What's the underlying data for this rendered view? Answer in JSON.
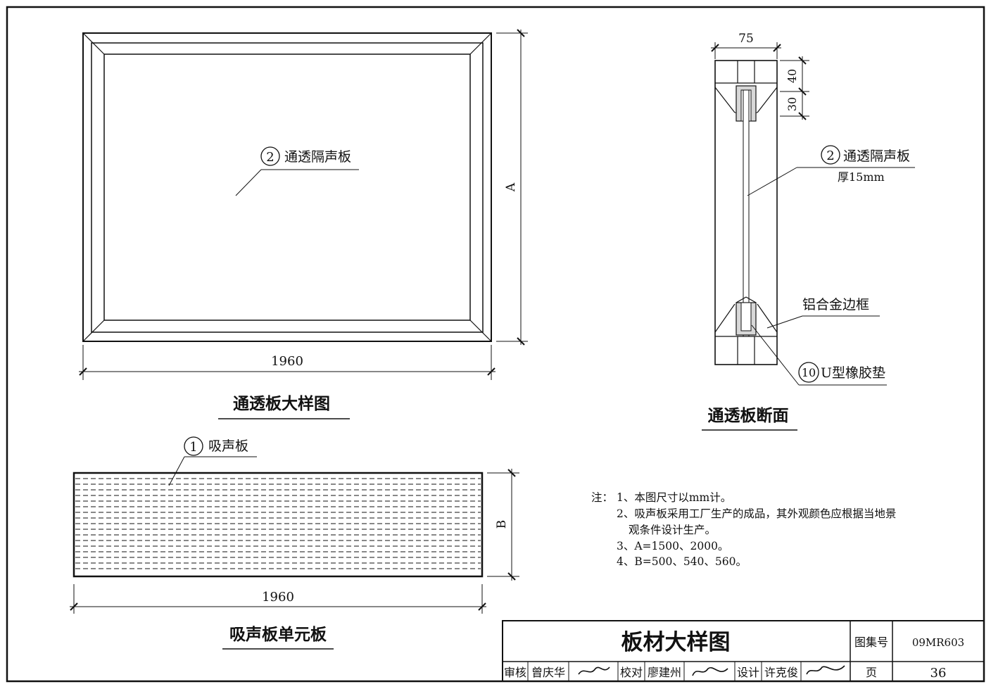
{
  "drawing": {
    "front_view": {
      "title": "通透板大样图",
      "width_dim": "1960",
      "height_dim": "A",
      "callout_number": "2",
      "callout_label": "通透隔声板"
    },
    "section_view": {
      "title": "通透板断面",
      "top_dim": "75",
      "dim_40": "40",
      "dim_30": "30",
      "callout_panel_number": "2",
      "callout_panel_label": "通透隔声板",
      "callout_panel_thickness": "厚15mm",
      "frame_label": "铝合金边框",
      "gasket_number": "10",
      "gasket_label": "U型橡胶垫"
    },
    "absorber_view": {
      "title": "吸声板单元板",
      "width_dim": "1960",
      "height_dim": "B",
      "callout_number": "1",
      "callout_label": "吸声板"
    },
    "notes": {
      "prefix": "注：",
      "line1": "1、本图尺寸以mm计。",
      "line2": "2、吸声板采用工厂生产的成品，其外观颜色应根据当地景",
      "line2b": "观条件设计生产。",
      "line3": "3、A=1500、2000。",
      "line4": "4、B=500、540、560。"
    },
    "title_block": {
      "title": "板材大样图",
      "atlas_label": "图集号",
      "atlas_no": "09MR603",
      "review_label": "审核",
      "review_name": "曾庆华",
      "check_label": "校对",
      "check_name": "廖建州",
      "design_label": "设计",
      "design_name": "许克俊",
      "page_label": "页",
      "page_no": "36"
    }
  }
}
